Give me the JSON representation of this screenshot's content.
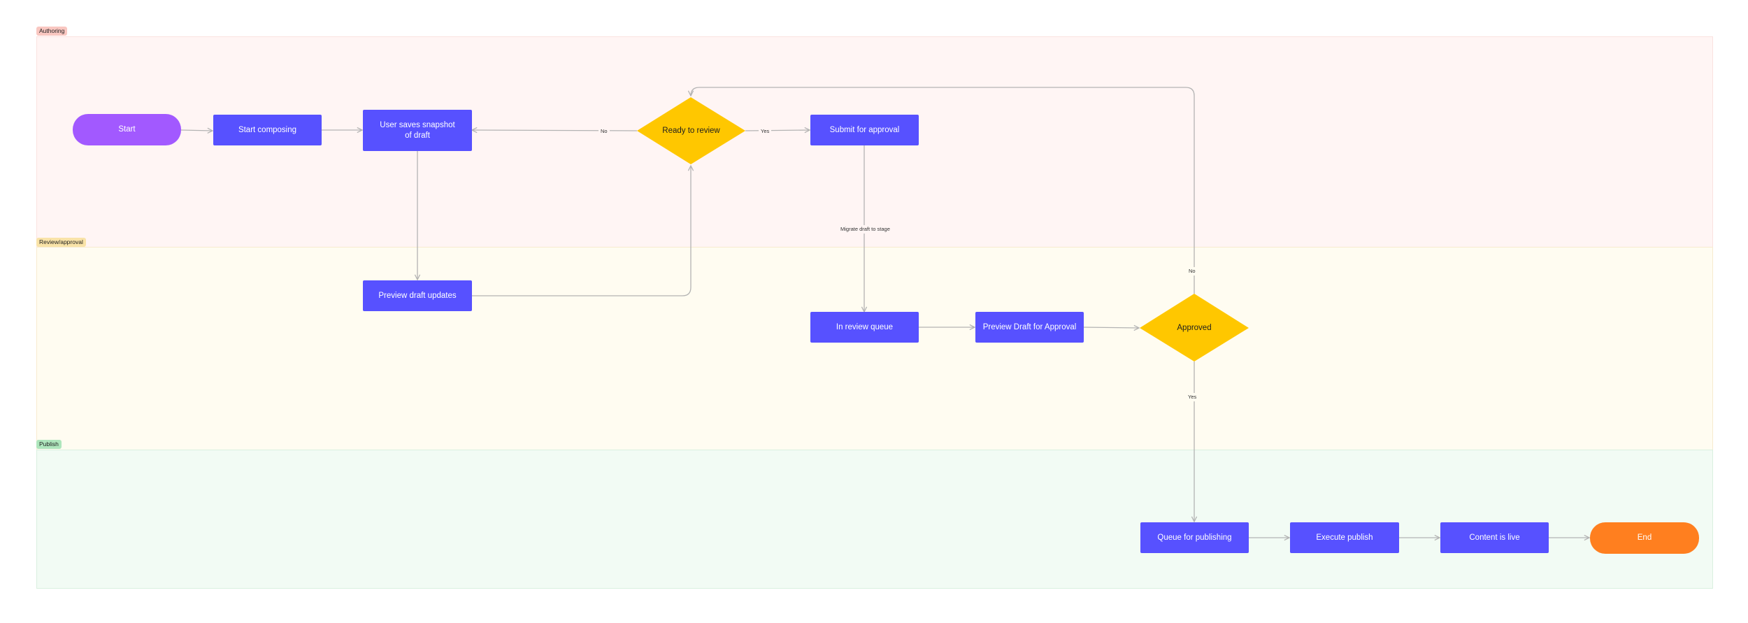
{
  "lanes": {
    "authoring": "Authoring",
    "review": "Review/approval",
    "publish": "Publish"
  },
  "nodes": {
    "start": "Start",
    "start_composing": "Start composing",
    "save_snapshot": "User saves snapshot of draft",
    "ready_to_review": "Ready to review",
    "submit_for_approval": "Submit for approval",
    "preview_draft_updates": "Preview draft updates",
    "in_review_queue": "In review queue",
    "preview_draft_for_approval": "Preview Draft for Approval",
    "approved": "Approved",
    "queue_for_publishing": "Queue for publishing",
    "execute_publish": "Execute publish",
    "content_is_live": "Content is live",
    "end": "End"
  },
  "edge_labels": {
    "ready_no": "No",
    "ready_yes": "Yes",
    "migrate": "Migrate draft to stage",
    "approved_no": "No",
    "approved_yes": "Yes"
  },
  "colors": {
    "process": "#5751ff",
    "start": "#a259ff",
    "end": "#ff7f1f",
    "decision": "#ffc700",
    "connector": "#b3b3b3"
  }
}
